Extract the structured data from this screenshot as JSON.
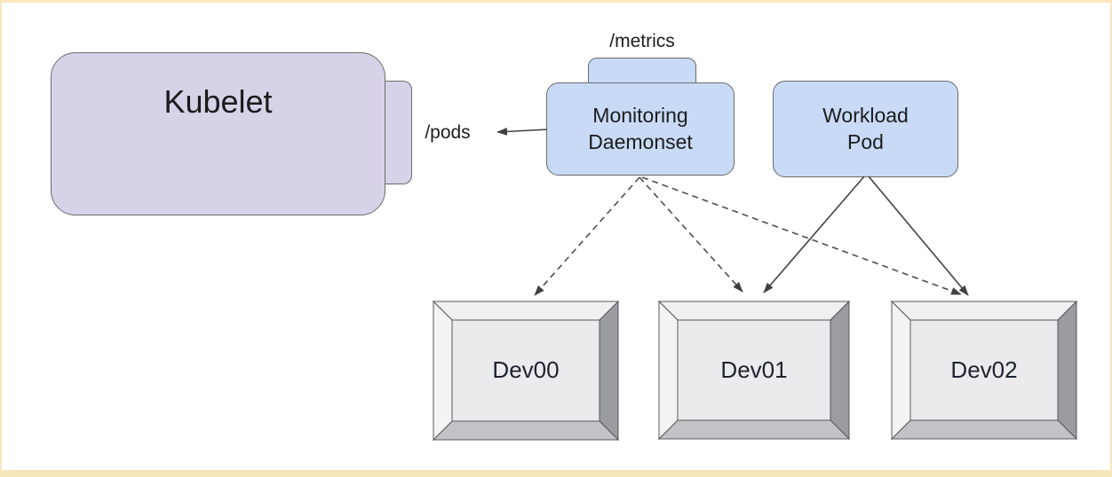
{
  "diagram": {
    "nodes": {
      "kubelet": {
        "label": "Kubelet",
        "fill": "#d8d2e8"
      },
      "monitoring_daemonset": {
        "line1": "Monitoring",
        "line2": "Daemonset",
        "fill": "#c8daf6"
      },
      "workload_pod": {
        "line1": "Workload",
        "line2": "Pod",
        "fill": "#c8daf6"
      },
      "devices": [
        {
          "label": "Dev00"
        },
        {
          "label": "Dev01"
        },
        {
          "label": "Dev02"
        }
      ]
    },
    "endpoints": {
      "pods_label": "/pods",
      "metrics_label": "/metrics"
    },
    "edges": [
      {
        "from": "monitoring_daemonset",
        "to": "kubelet /pods",
        "style": "solid-arrow"
      },
      {
        "from": "monitoring_daemonset",
        "to": "Dev00",
        "style": "dashed-arrow"
      },
      {
        "from": "monitoring_daemonset",
        "to": "Dev01",
        "style": "dashed-arrow"
      },
      {
        "from": "monitoring_daemonset",
        "to": "Dev02",
        "style": "dashed-arrow"
      },
      {
        "from": "workload_pod",
        "to": "Dev01",
        "style": "solid-arrow"
      },
      {
        "from": "workload_pod",
        "to": "Dev02",
        "style": "solid-arrow"
      }
    ],
    "colors": {
      "frame_border": "#f8e7bd",
      "kubelet_fill": "#d8d2e8",
      "pod_fill": "#c8daf6",
      "box_stroke": "#6b6b6b",
      "arrow": "#414141",
      "device_face": "#ebebed"
    }
  }
}
